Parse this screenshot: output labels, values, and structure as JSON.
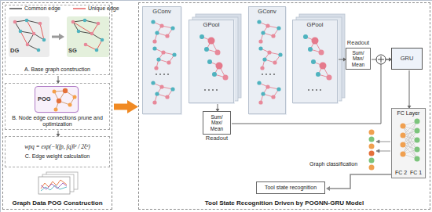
{
  "diagram": {
    "nodes": [
      {
        "text": [
          "Graph Data POG Construction"
        ]
      },
      {
        "text": [
          "A. Base graph construction"
        ],
        "in": 0
      },
      {
        "text": [
          "DG"
        ],
        "in": 1
      },
      {
        "text": [
          "SG"
        ],
        "in": 1
      },
      {
        "text": [
          "B. Node edge connections prune and optimization"
        ],
        "in": 0
      },
      {
        "text": [
          "POG"
        ],
        "in": 4
      },
      {
        "text": [
          "wpq = exp(−‖(fp, fq)‖² / 2ξ²)",
          "C. Edge weight calculation"
        ],
        "in": 0
      },
      {
        "text": [
          "Tool State Recognition Driven by POGNN-GRU Model"
        ]
      },
      {
        "text": [
          "GConv"
        ],
        "in": 7
      },
      {
        "text": [
          "GPool"
        ],
        "in": 7
      },
      {
        "text": [
          "Sum/ Max/ Mean",
          "Readout"
        ],
        "in": 7
      },
      {
        "text": [
          "GConv"
        ],
        "in": 7
      },
      {
        "text": [
          "GPool"
        ],
        "in": 7
      },
      {
        "text": [
          "Readout",
          "Sum/ Max/ Mean"
        ],
        "in": 7
      },
      {
        "text": [
          "GRU"
        ],
        "in": 7
      },
      {
        "text": [
          "FC Layer",
          "FC 2",
          "FC 1"
        ],
        "in": 7
      },
      {
        "text": [
          "Tool state recognition"
        ],
        "in": 7
      }
    ],
    "edges": [
      {
        "from": 2,
        "to": 3,
        "arrow": "to"
      },
      {
        "from": 1,
        "to": 4,
        "arrow": "to"
      },
      {
        "from": 4,
        "to": 6,
        "arrow": "to"
      },
      {
        "from": 0,
        "to": 7,
        "arrow": "to"
      },
      {
        "from": 9,
        "to": 10,
        "arrow": "to"
      },
      {
        "from": 12,
        "to": 13,
        "arrow": "to"
      },
      {
        "from": 10,
        "to": 14,
        "arrow": "to"
      },
      {
        "from": 13,
        "to": 14,
        "arrow": "to"
      },
      {
        "from": 14,
        "to": 15,
        "arrow": "to"
      },
      {
        "from": 15,
        "to": 16,
        "arrow": "to"
      }
    ],
    "labels": [
      "Graph classification"
    ],
    "legend": [
      {
        "text": "Common edge"
      },
      {
        "text": "Unique edge"
      }
    ]
  }
}
